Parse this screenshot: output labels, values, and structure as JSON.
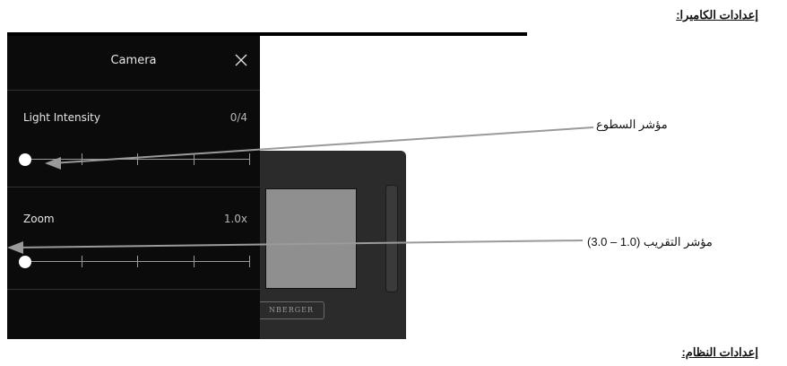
{
  "headings": {
    "camera_settings": "إعدادات الكاميرا:",
    "system_settings": "إعدادات النظام:"
  },
  "panel": {
    "title": "Camera",
    "close_icon": "close-icon",
    "light_intensity": {
      "label": "Light Intensity",
      "value_text": "0/4",
      "value": 0,
      "steps": 4
    },
    "zoom": {
      "label": "Zoom",
      "value_text": "1.0x",
      "value": 1.0,
      "min": 1.0,
      "max": 3.0,
      "ticks": 5
    }
  },
  "device": {
    "brand_fragment": "NBERGER"
  },
  "callouts": {
    "brightness": "مؤشر السطوع",
    "zoom": "مؤشر التقريب (1.0 – 3.0)"
  },
  "colors": {
    "panel_bg": "#0b0b0b",
    "panel_text": "#e6e6e6",
    "annotation_line": "#9a9a9a"
  }
}
